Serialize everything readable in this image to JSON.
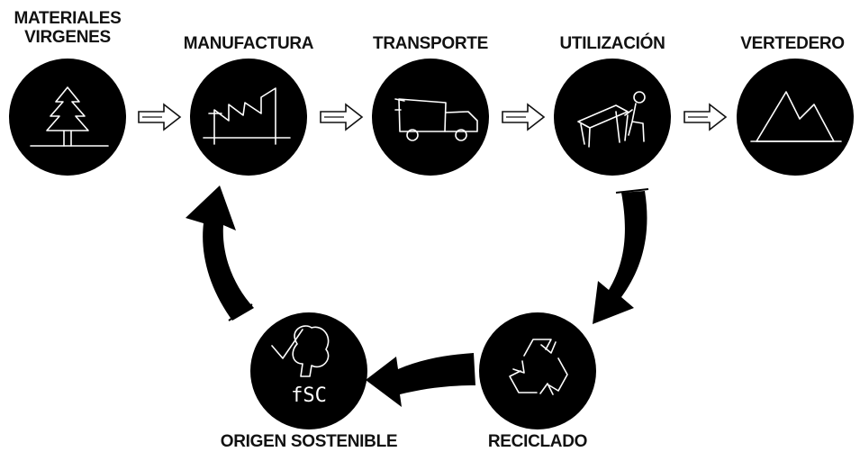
{
  "nodes": {
    "materiales": {
      "label_line1": "MATERIALES",
      "label_line2": "VIRGENES",
      "icon": "tree-icon"
    },
    "manufactura": {
      "label": "MANUFACTURA",
      "icon": "factory-icon"
    },
    "transporte": {
      "label": "TRANSPORTE",
      "icon": "truck-icon"
    },
    "utilizacion": {
      "label": "UTILIZACIÓN",
      "icon": "person-at-desk-icon"
    },
    "vertedero": {
      "label": "VERTEDERO",
      "icon": "mountains-icon"
    },
    "reciclado": {
      "label": "RECICLADO",
      "icon": "recycle-icon"
    },
    "origen": {
      "label": "ORIGEN SOSTENIBLE",
      "icon": "fsc-checkmark-tree-icon",
      "icon_text": "fSC"
    }
  },
  "connectors": {
    "linear_flow": "hollow-arrow-icon",
    "cycle_flow": "curved-solid-arrow-icon"
  },
  "colors": {
    "circle_fill": "#000000",
    "icon_stroke": "#ffffff",
    "label_text": "#111111",
    "background": "#ffffff"
  }
}
